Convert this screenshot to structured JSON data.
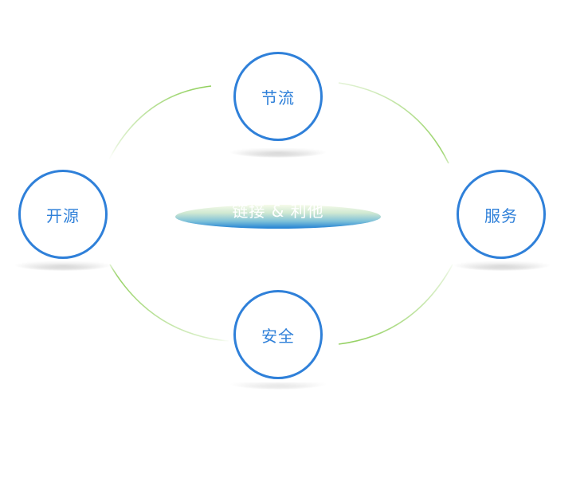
{
  "diagram": {
    "center_label": "链接 & 利他",
    "nodes": {
      "top": "节流",
      "left": "开源",
      "right": "服务",
      "bottom": "安全"
    }
  },
  "colors": {
    "node_border": "#2f80d9",
    "node_text": "#2f80d9",
    "ring_arc": "#8fcf5a",
    "center_top": "#f6fbe9",
    "center_bottom": "#1f7fd4"
  }
}
